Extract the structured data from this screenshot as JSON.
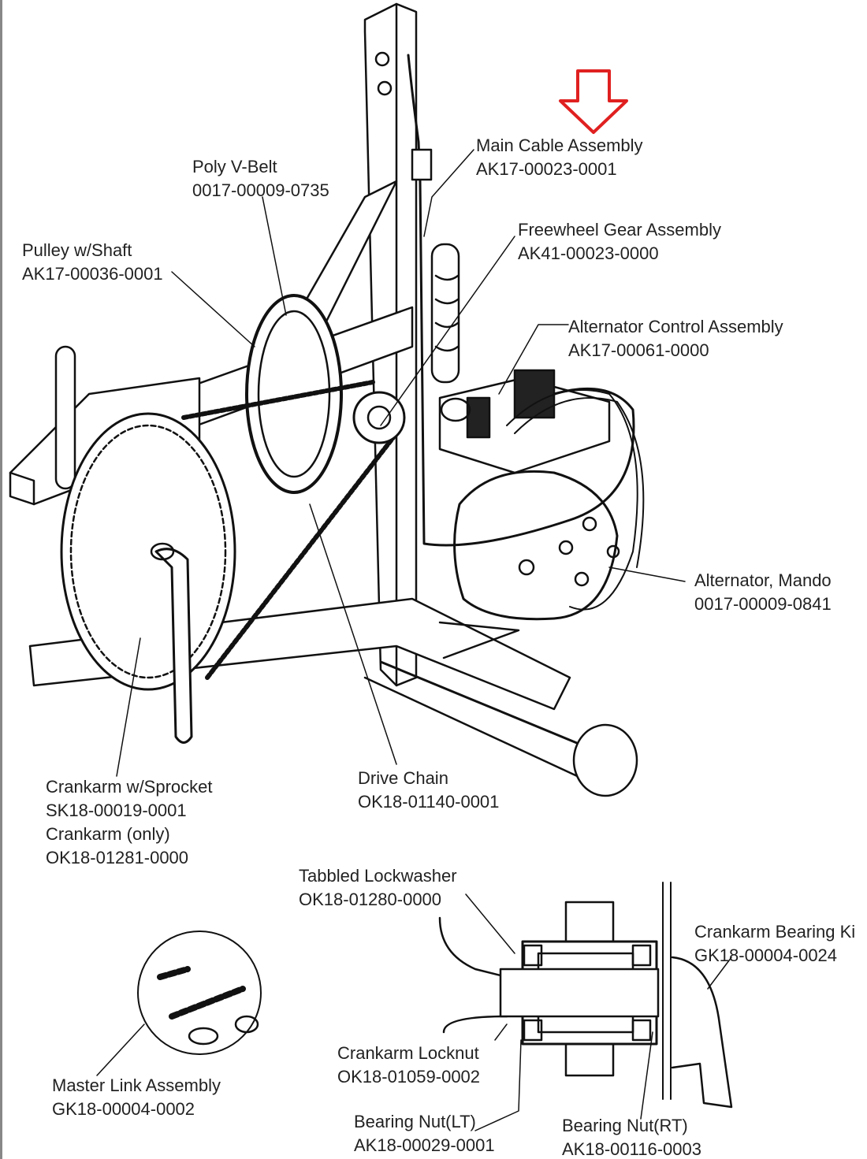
{
  "labels": {
    "main_cable": {
      "name": "Main Cable Assembly",
      "part": "AK17-00023-0001"
    },
    "poly_vbelt": {
      "name": "Poly V-Belt",
      "part": "0017-00009-0735"
    },
    "pulley": {
      "name": "Pulley w/Shaft",
      "part": "AK17-00036-0001"
    },
    "freewheel": {
      "name": "Freewheel Gear Assembly",
      "part": "AK41-00023-0000"
    },
    "alt_control": {
      "name": "Alternator Control Assembly",
      "part": "AK17-00061-0000"
    },
    "alternator": {
      "name": "Alternator, Mando",
      "part": "0017-00009-0841"
    },
    "crankarm": {
      "name": "Crankarm w/Sprocket",
      "part": "SK18-00019-0001",
      "name2": "Crankarm (only)",
      "part2": "OK18-01281-0000"
    },
    "drive_chain": {
      "name": "Drive Chain",
      "part": "OK18-01140-0001"
    },
    "lockwasher": {
      "name": "Tabbled Lockwasher",
      "part": "OK18-01280-0000"
    },
    "bearing_kit": {
      "name": "Crankarm Bearing Ki",
      "part": "GK18-00004-0024"
    },
    "master_link": {
      "name": "Master Link Assembly",
      "part": "GK18-00004-0002"
    },
    "locknut": {
      "name": "Crankarm Locknut",
      "part": "OK18-01059-0002"
    },
    "nut_lt": {
      "name": "Bearing Nut(LT)",
      "part": "AK18-00029-0001"
    },
    "nut_rt": {
      "name": "Bearing Nut(RT)",
      "part": "AK18-00116-0003"
    }
  },
  "colors": {
    "arrow": "#e02020",
    "ink": "#111111"
  }
}
